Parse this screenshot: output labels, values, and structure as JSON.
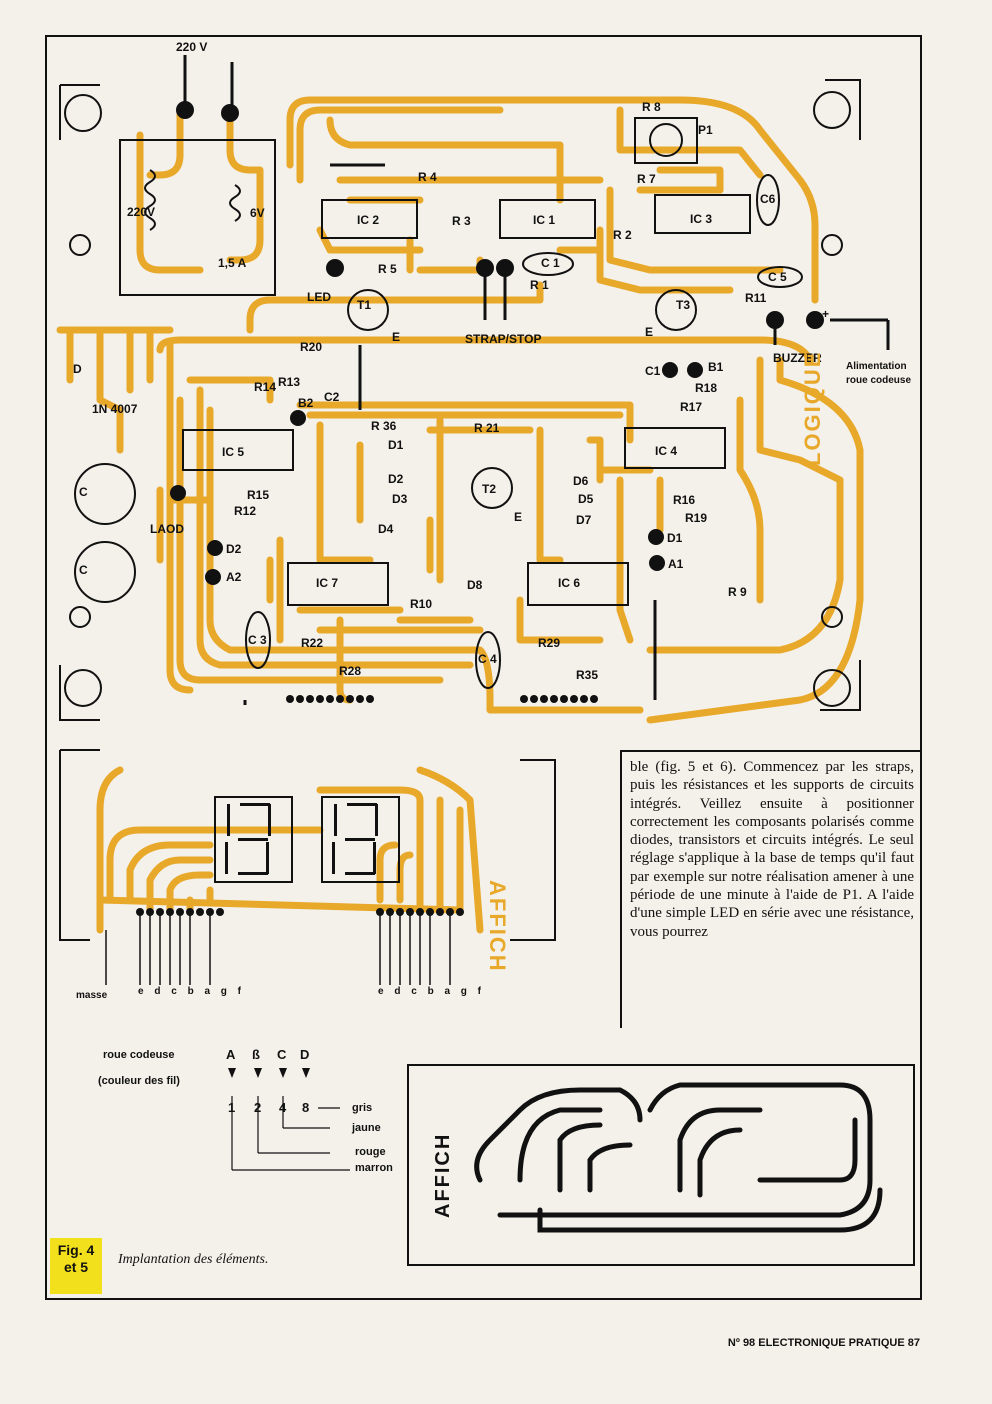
{
  "board": {
    "mains_label": "220 V",
    "transformer": {
      "primary": "220V",
      "secondary": "6V",
      "current": "1,5 A"
    },
    "diodes_label": "1N 4007",
    "ic_labels": [
      "IC 1",
      "IC 2",
      "IC 3",
      "IC 4",
      "IC 5",
      "IC 6",
      "IC 7"
    ],
    "resistor_labels": [
      "R 4",
      "R 3",
      "R 5",
      "R 1",
      "R 2",
      "R 7",
      "R 8",
      "R11",
      "R18",
      "R17",
      "R 21",
      "R 36",
      "R15",
      "R12",
      "R16",
      "R19",
      "R 9",
      "R10",
      "R22",
      "R28",
      "R29",
      "R35",
      "R14",
      "R13",
      "R20"
    ],
    "diode_labels": [
      "D1",
      "D2",
      "D3",
      "D4",
      "D5",
      "D6",
      "D7",
      "D8",
      "D"
    ],
    "cap_labels": [
      "C 1",
      "C 5",
      "C6",
      "C 3",
      "C 4"
    ],
    "trans_labels": [
      "T1",
      "T2",
      "T3"
    ],
    "other_labels": {
      "pot": "P1",
      "led": "LED",
      "strap": "STRAP/STOP",
      "buzzer": "BUZZER",
      "power_line1": "Alimentation",
      "power_line2": "roue codeuse",
      "laod": "LAOD",
      "plus": "+",
      "c1b1": "C1",
      "b1": "B1",
      "b2": "B2",
      "c2": "C2",
      "d1": "D1",
      "a1": "A1",
      "d2": "D2",
      "a2": "A2",
      "e": "E",
      "c": "C",
      "logique": "LOGIQUE"
    }
  },
  "display": {
    "affich_label": "AFFICH",
    "masse": "masse",
    "segments_left": "e d c b a g f",
    "segments_right": "e d c b a g f"
  },
  "wheel": {
    "title": "roue codeuse",
    "subtitle": "(couleur des fil)",
    "letters": [
      "A",
      "ß",
      "C",
      "D"
    ],
    "numbers": [
      "1",
      "2",
      "4",
      "8"
    ],
    "colors": [
      "gris",
      "jaune",
      "rouge",
      "marron"
    ]
  },
  "mini_pcb_label": "AFFICH",
  "article_text": "ble (fig. 5 et 6). Commencez par les straps, puis les résistances et les supports de circuits intégrés. Veillez ensuite à positionner correctement les composants polarisés comme diodes, transistors et circuits intégrés. Le seul réglage s'applique à la base de temps qu'il faut par exemple sur notre réalisation amener à une période de une minute à l'aide de P1. A l'aide d'une simple LED en série avec une résistance, vous pourrez",
  "figure": {
    "tag_line1": "Fig. 4",
    "tag_line2": "et 5",
    "caption": "Implantation des éléments."
  },
  "footer": "Nº 98 ELECTRONIQUE PRATIQUE 87",
  "colors": {
    "copper": "#e8a82a",
    "paper": "#f4f1ea",
    "ink": "#111111",
    "fig_tag": "#f2e01c"
  }
}
